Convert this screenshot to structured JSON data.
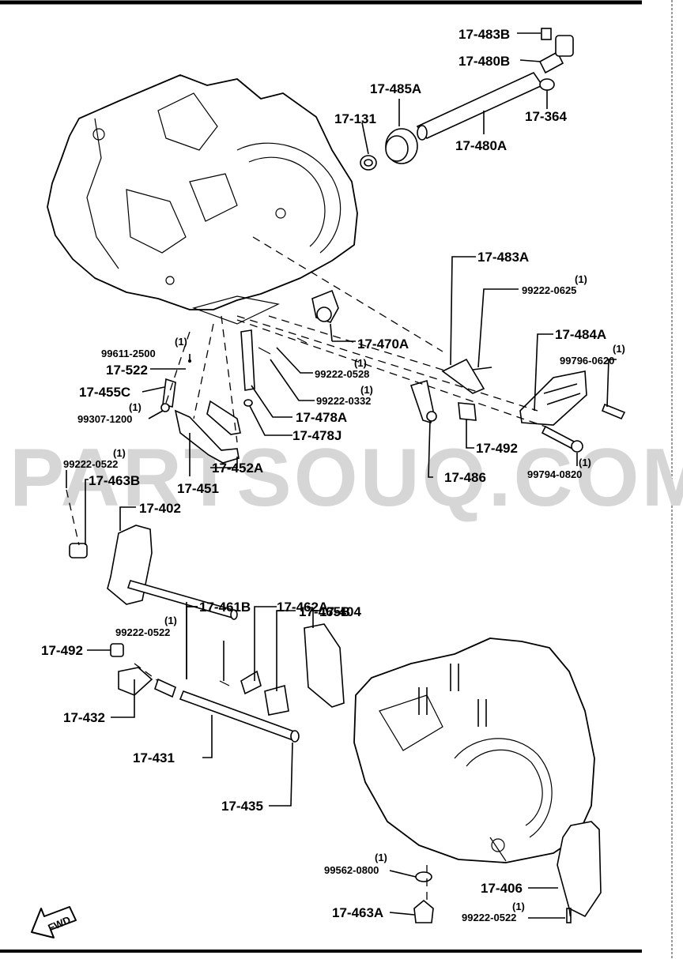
{
  "watermark": "PARTSOUQ.COM",
  "fwd_label": "FWD",
  "labels": {
    "p17_483B": "17-483B",
    "p17_480B": "17-480B",
    "p17_485A": "17-485A",
    "p17_131": "17-131",
    "p17_364": "17-364",
    "p17_480A": "17-480A",
    "p17_483A": "17-483A",
    "p99222_0625": "99222-0625",
    "p99222_0625_qty": "(1)",
    "p17_484A": "17-484A",
    "p99796_0620": "99796-0620",
    "p99796_0620_qty": "(1)",
    "p17_470A": "17-470A",
    "p99611_2500": "99611-2500",
    "p99611_2500_qty": "(1)",
    "p17_522": "17-522",
    "p99222_0528": "99222-0528",
    "p99222_0528_qty": "(1)",
    "p17_455C": "17-455C",
    "p99222_0332": "99222-0332",
    "p99222_0332_qty": "(1)",
    "p99307_1200": "99307-1200",
    "p99307_1200_qty": "(1)",
    "p17_478A": "17-478A",
    "p17_478J": "17-478J",
    "p17_492a": "17-492",
    "p17_486": "17-486",
    "p99794_0820": "99794-0820",
    "p99794_0820_qty": "(1)",
    "p17_452A": "17-452A",
    "p17_451": "17-451",
    "p99222_0522a": "99222-0522",
    "p99222_0522a_qty": "(1)",
    "p17_463B": "17-463B",
    "p17_402": "17-402",
    "p17_461B": "17-461B",
    "p17_462A": "17-462A",
    "p17_465B": "17-465B",
    "p17_404": "17-404",
    "p99222_0522b": "99222-0522",
    "p99222_0522b_qty": "(1)",
    "p17_492b": "17-492",
    "p17_432": "17-432",
    "p17_431": "17-431",
    "p17_435": "17-435",
    "p99562_0800": "99562-0800",
    "p99562_0800_qty": "(1)",
    "p17_463A": "17-463A",
    "p17_406": "17-406",
    "p99222_0522c": "99222-0522",
    "p99222_0522c_qty": "(1)"
  }
}
